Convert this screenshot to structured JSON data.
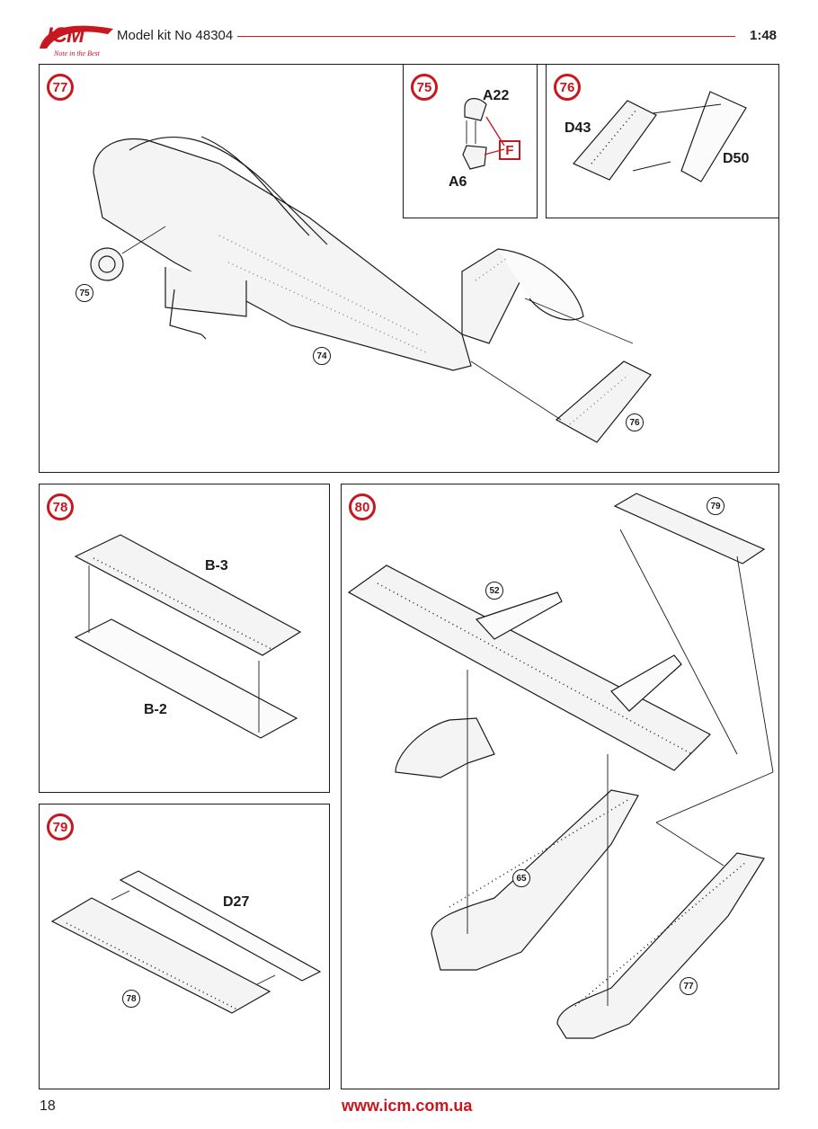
{
  "header": {
    "logo_text": "ICM",
    "logo_tagline": "Note in the Best",
    "kit_label": "Model kit No 48304",
    "scale": "1:48",
    "accent_color": "#c8171e"
  },
  "steps": {
    "s77": {
      "number": "77",
      "callouts": [
        "75",
        "74",
        "76"
      ]
    },
    "s75": {
      "number": "75",
      "parts": [
        "A22",
        "A6"
      ],
      "paint_code": "F"
    },
    "s76": {
      "number": "76",
      "parts": [
        "D43",
        "D50"
      ]
    },
    "s78": {
      "number": "78",
      "parts": [
        "B-3",
        "B-2"
      ]
    },
    "s79": {
      "number": "79",
      "parts": [
        "D27"
      ],
      "callouts": [
        "78"
      ]
    },
    "s80": {
      "number": "80",
      "callouts": [
        "79",
        "52",
        "65",
        "77"
      ]
    }
  },
  "footer": {
    "page_number": "18",
    "website": "www.icm.com.ua"
  }
}
